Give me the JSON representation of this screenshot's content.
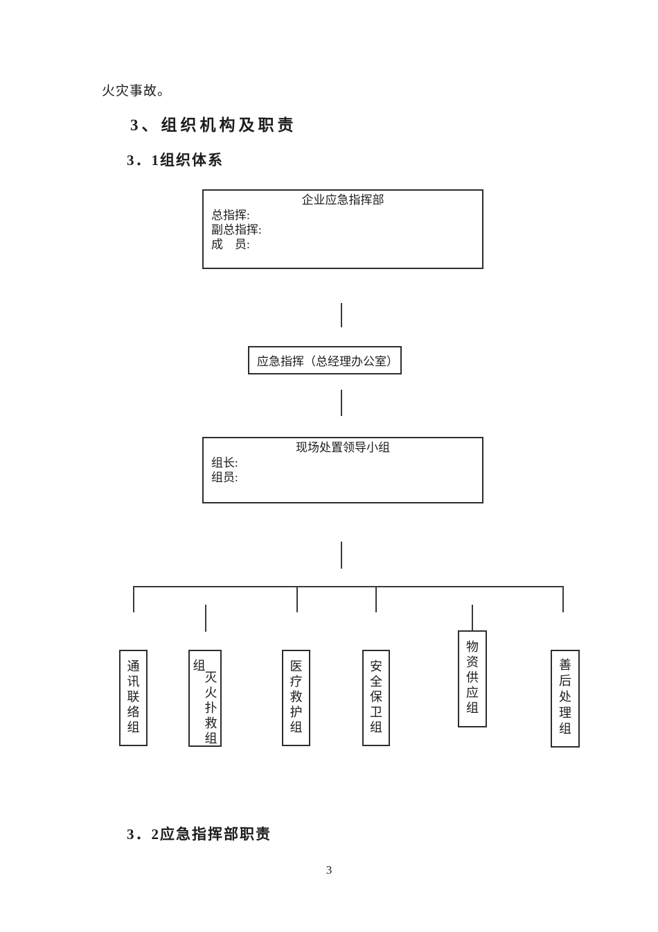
{
  "document": {
    "body_text": "火灾事故。",
    "section_heading": "3、组织机构及职责",
    "subsection_1": "3．1组织体系",
    "subsection_2": "3．2应急指挥部职责",
    "page_number": "3"
  },
  "org_chart": {
    "top_box": {
      "title": "企业应急指挥部",
      "field_1": "总指挥:",
      "field_2": "副总指挥:",
      "field_3": "成　员:"
    },
    "middle_box": {
      "label": "应急指挥（总经理办公室）"
    },
    "leader_box": {
      "title": "现场处置领导小组",
      "field_1": "组长:",
      "field_2": "组员:"
    },
    "teams": [
      {
        "label": "通讯联络组"
      },
      {
        "prefix": "组",
        "label": "灭火扑救组"
      },
      {
        "label": "医疗救护组"
      },
      {
        "label": "安全保卫组"
      },
      {
        "label": "物资供应组"
      },
      {
        "label": "善后处理组"
      }
    ]
  }
}
